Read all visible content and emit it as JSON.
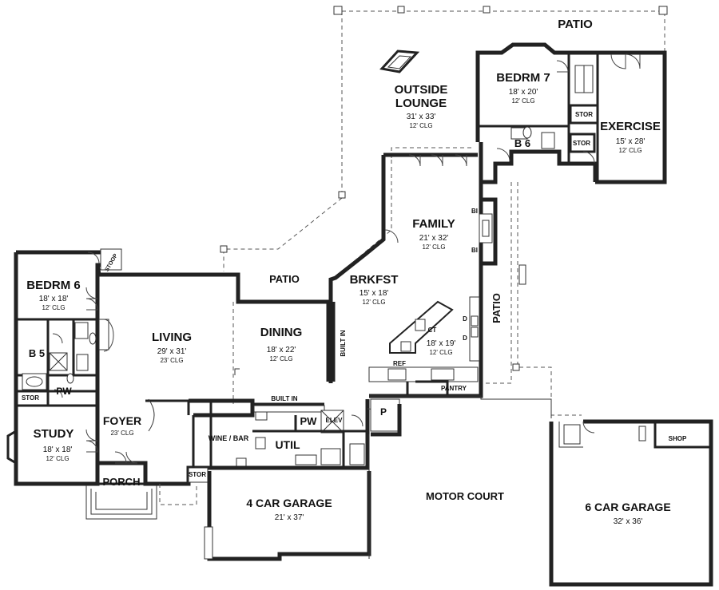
{
  "rooms": {
    "patio_top": {
      "name": "PATIO"
    },
    "outside_lounge": {
      "name1": "OUTSIDE",
      "name2": "LOUNGE",
      "dim": "31' x 33'",
      "clg": "12' CLG"
    },
    "bedrm7": {
      "name": "BEDRM 7",
      "dim": "18' x 20'",
      "clg": "12' CLG"
    },
    "exercise": {
      "name": "EXERCISE",
      "dim": "15' x 28'",
      "clg": "12' CLG"
    },
    "b6": {
      "name": "B 6"
    },
    "stor_a": {
      "name": "STOR"
    },
    "stor_b": {
      "name": "STOR"
    },
    "family": {
      "name": "FAMILY",
      "dim": "21' x 32'",
      "clg": "12' CLG"
    },
    "bi_a": {
      "name": "BI"
    },
    "bi_b": {
      "name": "BI"
    },
    "bedrm6": {
      "name": "BEDRM 6",
      "dim": "18' x 18'",
      "clg": "12' CLG"
    },
    "stoop": {
      "name": "STOOP"
    },
    "patio_mid": {
      "name": "PATIO"
    },
    "brkfst": {
      "name": "BRKFST",
      "dim": "15' x 18'",
      "clg": "12' CLG"
    },
    "living": {
      "name": "LIVING",
      "dim": "29' x 31'",
      "clg": "23' CLG"
    },
    "dining": {
      "name": "DINING",
      "dim": "18' x 22'",
      "clg": "12' CLG"
    },
    "built_in_v": {
      "name": "BUILT IN"
    },
    "kitchen": {
      "ct": "CT",
      "dim": "18' x 19'",
      "clg": "12' CLG"
    },
    "d_a": {
      "name": "D"
    },
    "d_b": {
      "name": "D"
    },
    "patio_side": {
      "name": "PATIO"
    },
    "b5": {
      "name": "B 5"
    },
    "pw_a": {
      "name": "PW"
    },
    "stor_c": {
      "name": "STOR"
    },
    "ref": {
      "name": "REF"
    },
    "pantry": {
      "name": "PANTRY"
    },
    "built_in_h": {
      "name": "BUILT IN"
    },
    "study": {
      "name": "STUDY",
      "dim": "18' x 18'",
      "clg": "12' CLG"
    },
    "foyer": {
      "name": "FOYER",
      "clg": "23' CLG"
    },
    "pw_b": {
      "name": "PW"
    },
    "elev": {
      "name": "ELEV"
    },
    "p": {
      "name": "P"
    },
    "wine_bar": {
      "name": "WINE / BAR"
    },
    "util": {
      "name": "UTIL"
    },
    "stor_d": {
      "name": "STOR"
    },
    "porch": {
      "name": "PORCH"
    },
    "garage4": {
      "name": "4 CAR GARAGE",
      "dim": "21' x 37'"
    },
    "motor_court": {
      "name": "MOTOR COURT"
    },
    "garage6": {
      "name": "6 CAR GARAGE",
      "dim": "32' x 36'"
    },
    "shop": {
      "name": "SHOP"
    }
  }
}
